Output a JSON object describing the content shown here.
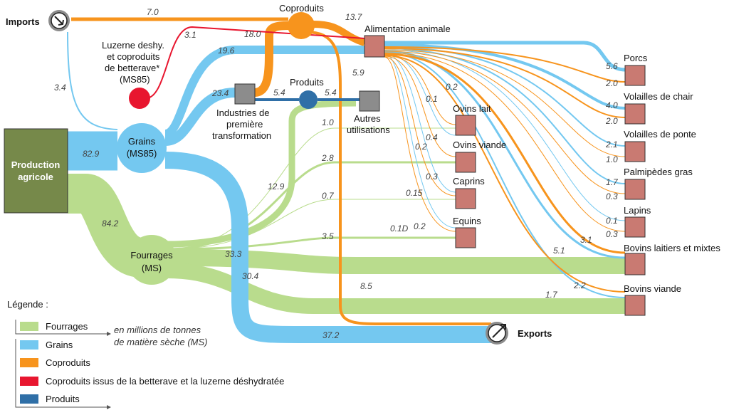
{
  "colors": {
    "fourrages": "#b9dc8d",
    "grains": "#74c8f0",
    "coproduits": "#f7941d",
    "betterave": "#e8162f",
    "produits": "#2f6fa7",
    "production": "#76894a",
    "animal": "#c97a72",
    "grey": "#8c8c8c"
  },
  "nodes": {
    "imports": "Imports",
    "exports": "Exports",
    "coproduits": "Coproduits",
    "produits": "Produits",
    "alimentation": "Alimentation animale",
    "autres_1": "Autres",
    "autres_2": "utilisations",
    "industries_1": "Industries de",
    "industries_2": "première",
    "industries_3": "transformation",
    "luzerne_1": "Luzerne deshy.",
    "luzerne_2": "et coproduits",
    "luzerne_3": "de betterave*",
    "luzerne_4": "(MS85)",
    "production_1": "Production",
    "production_2": "agricole",
    "grains_1": "Grains",
    "grains_2": "(MS85)",
    "fourrages_1": "Fourrages",
    "fourrages_2": "(MS)"
  },
  "animals": {
    "porcs": "Porcs",
    "volailles_chair": "Volailles de chair",
    "volailles_ponte": "Volailles de ponte",
    "palmipedes": "Palmipèdes gras",
    "lapins": "Lapins",
    "bovins_lait": "Bovins laitiers et mixtes",
    "bovins_viande": "Bovins viande",
    "ovins_lait": "Ovins lait",
    "ovins_viande": "Ovins viande",
    "caprins": "Caprins",
    "equins": "Equins"
  },
  "values": {
    "imports_coproduits": "7.0",
    "betterave": "3.1",
    "imports_grains": "3.4",
    "coproduits_alim": "13.7",
    "industries_coproduits": "18.0",
    "coproduits_exports": "5.9",
    "grains_alim": "19.6",
    "grains_industries": "23.4",
    "industries_produits": "5.4",
    "produits_autres": "5.4",
    "production_grains": "82.9",
    "production_fourrages": "84.2",
    "fourrages_autres": "12.9",
    "grains_exports_a": "33.3",
    "grains_exports_b": "37.2",
    "fourrages_bv": "30.4",
    "exports_coproduits": "8.5",
    "porcs_grains": "5.6",
    "porcs_copro": "2.0",
    "vc_grains": "4.0",
    "vc_copro": "2.0",
    "vp_grains": "2.1",
    "vp_copro": "1.0",
    "palm_grains": "1.7",
    "palm_copro": "0.3",
    "lapins_grains": "0.1",
    "lapins_copro": "0.3",
    "bl_copro": "3.1",
    "bl_grains": "5.1",
    "bv_grains": "2.2",
    "bv_copro": "1.7",
    "ol_fourrage": "1.0",
    "ol_a": "0.1",
    "ol_b": "0.2",
    "ov_a": "0.4",
    "ov_b": "0.2",
    "ov_fourrage": "2.8",
    "cap_fourrage": "0.7",
    "cap_a": "0.3",
    "cap_b": "0.15",
    "eq_fourrage": "3.5",
    "eq_a": "0.1D",
    "eq_b": "0.2"
  },
  "legend": {
    "title": "Légende :",
    "fourrages": "Fourrages",
    "grains": "Grains",
    "coproduits": "Coproduits",
    "betterave": "Coproduits issus de la betterave et la luzerne déshydratée",
    "produits": "Produits",
    "unit_1": "en millions de tonnes",
    "unit_2": "de matière sèche (MS)"
  }
}
